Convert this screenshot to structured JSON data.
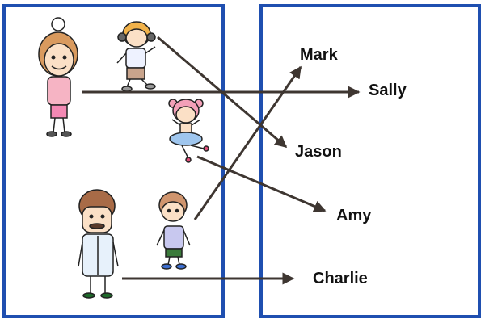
{
  "names": {
    "mark": "Mark",
    "sally": "Sally",
    "jason": "Jason",
    "amy": "Amy",
    "charlie": "Charlie"
  },
  "matches": [
    {
      "person": "woman-with-bun",
      "name": "Sally"
    },
    {
      "person": "boy-with-headphones",
      "name": "Jason"
    },
    {
      "person": "girl-in-tutu",
      "name": "Amy"
    },
    {
      "person": "boy-small",
      "name": "Mark"
    },
    {
      "person": "man-with-mustache",
      "name": "Charlie"
    }
  ],
  "colors": {
    "frame": "#1f4fb0",
    "arrow": "#3e3631"
  }
}
